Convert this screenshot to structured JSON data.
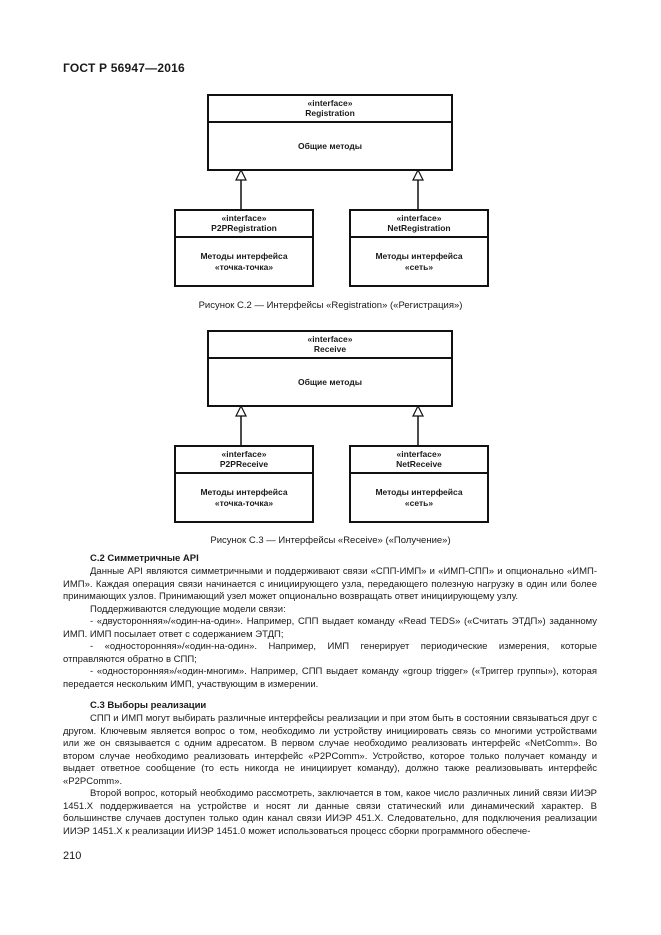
{
  "header": {
    "doc_code": "ГОСТ Р 56947—2016"
  },
  "figure_c2": {
    "top": {
      "stereotype": "«interface»",
      "name": "Registration",
      "body": "Общие методы"
    },
    "left": {
      "stereotype": "«interface»",
      "name": "P2PRegistration",
      "body_line1": "Методы интерфейса",
      "body_line2": "«точка-точка»"
    },
    "right": {
      "stereotype": "«interface»",
      "name": "NetRegistration",
      "body_line1": "Методы интерфейса",
      "body_line2": "«сеть»"
    },
    "caption": "Рисунок С.2 — Интерфейсы «Registration» («Регистрация»)"
  },
  "figure_c3": {
    "top": {
      "stereotype": "«interface»",
      "name": "Receive",
      "body": "Общие методы"
    },
    "left": {
      "stereotype": "«interface»",
      "name": "P2PReceive",
      "body_line1": "Методы интерфейса",
      "body_line2": "«точка-точка»"
    },
    "right": {
      "stereotype": "«interface»",
      "name": "NetReceive",
      "body_line1": "Методы интерфейса",
      "body_line2": "«сеть»"
    },
    "caption": "Рисунок С.3 — Интерфейсы «Receive» («Получение»)"
  },
  "section_c2": {
    "title": "С.2 Симметричные API",
    "p1": "Данные API являются симметричными и поддерживают связи «СПП-ИМП» и «ИМП-СПП» и опционально «ИМП-ИМП». Каждая операция связи начинается с инициирующего узла, передающего полезную нагрузку в один или более принимающих узлов. Принимающий узел может опционально возвращать ответ инициирующему узлу.",
    "p2": "Поддерживаются следующие модели связи:",
    "p3": "- «двусторонняя»/«один-на-один». Например, СПП выдает команду «Read TEDS» («Считать ЭТДП») заданному ИМП. ИМП посылает ответ с содержанием ЭТДП;",
    "p4": "- «односторонняя»/«один-на-один». Например, ИМП генерирует периодические измерения, которые отправляются обратно в СПП;",
    "p5": "- «односторонняя»/«один-многим». Например, СПП выдает команду «group trigger» («Триггер группы»), которая передается нескольким ИМП, участвующим в измерении."
  },
  "section_c3": {
    "title": "С.3 Выборы реализации",
    "p1": "СПП и ИМП могут выбирать различные интерфейсы реализации и при этом быть в состоянии связываться друг с другом. Ключевым является вопрос о том, необходимо ли устройству инициировать связь со многими устройствами или же он связывается с одним адресатом. В первом случае необходимо реализовать интерфейс «NetComm». Во втором случае необходимо реализовать интерфейс «P2PComm». Устройство, которое только получает команду и выдает ответное сообщение (то есть никогда не инициирует команду), должно также реализовывать интерфейс «P2PComm».",
    "p2": "Второй вопрос, который необходимо рассмотреть, заключается в том, какое число различных линий связи ИИЭР 1451.X поддерживается на устройстве и носят ли данные связи статический или динамический характер. В большинстве случаев доступен только один канал связи ИИЭР 451.X. Следовательно, для подключения реализации ИИЭР 1451.X к реализации ИИЭР 1451.0 может использоваться процесс сборки программного обеспече-"
  },
  "page_number": "210"
}
